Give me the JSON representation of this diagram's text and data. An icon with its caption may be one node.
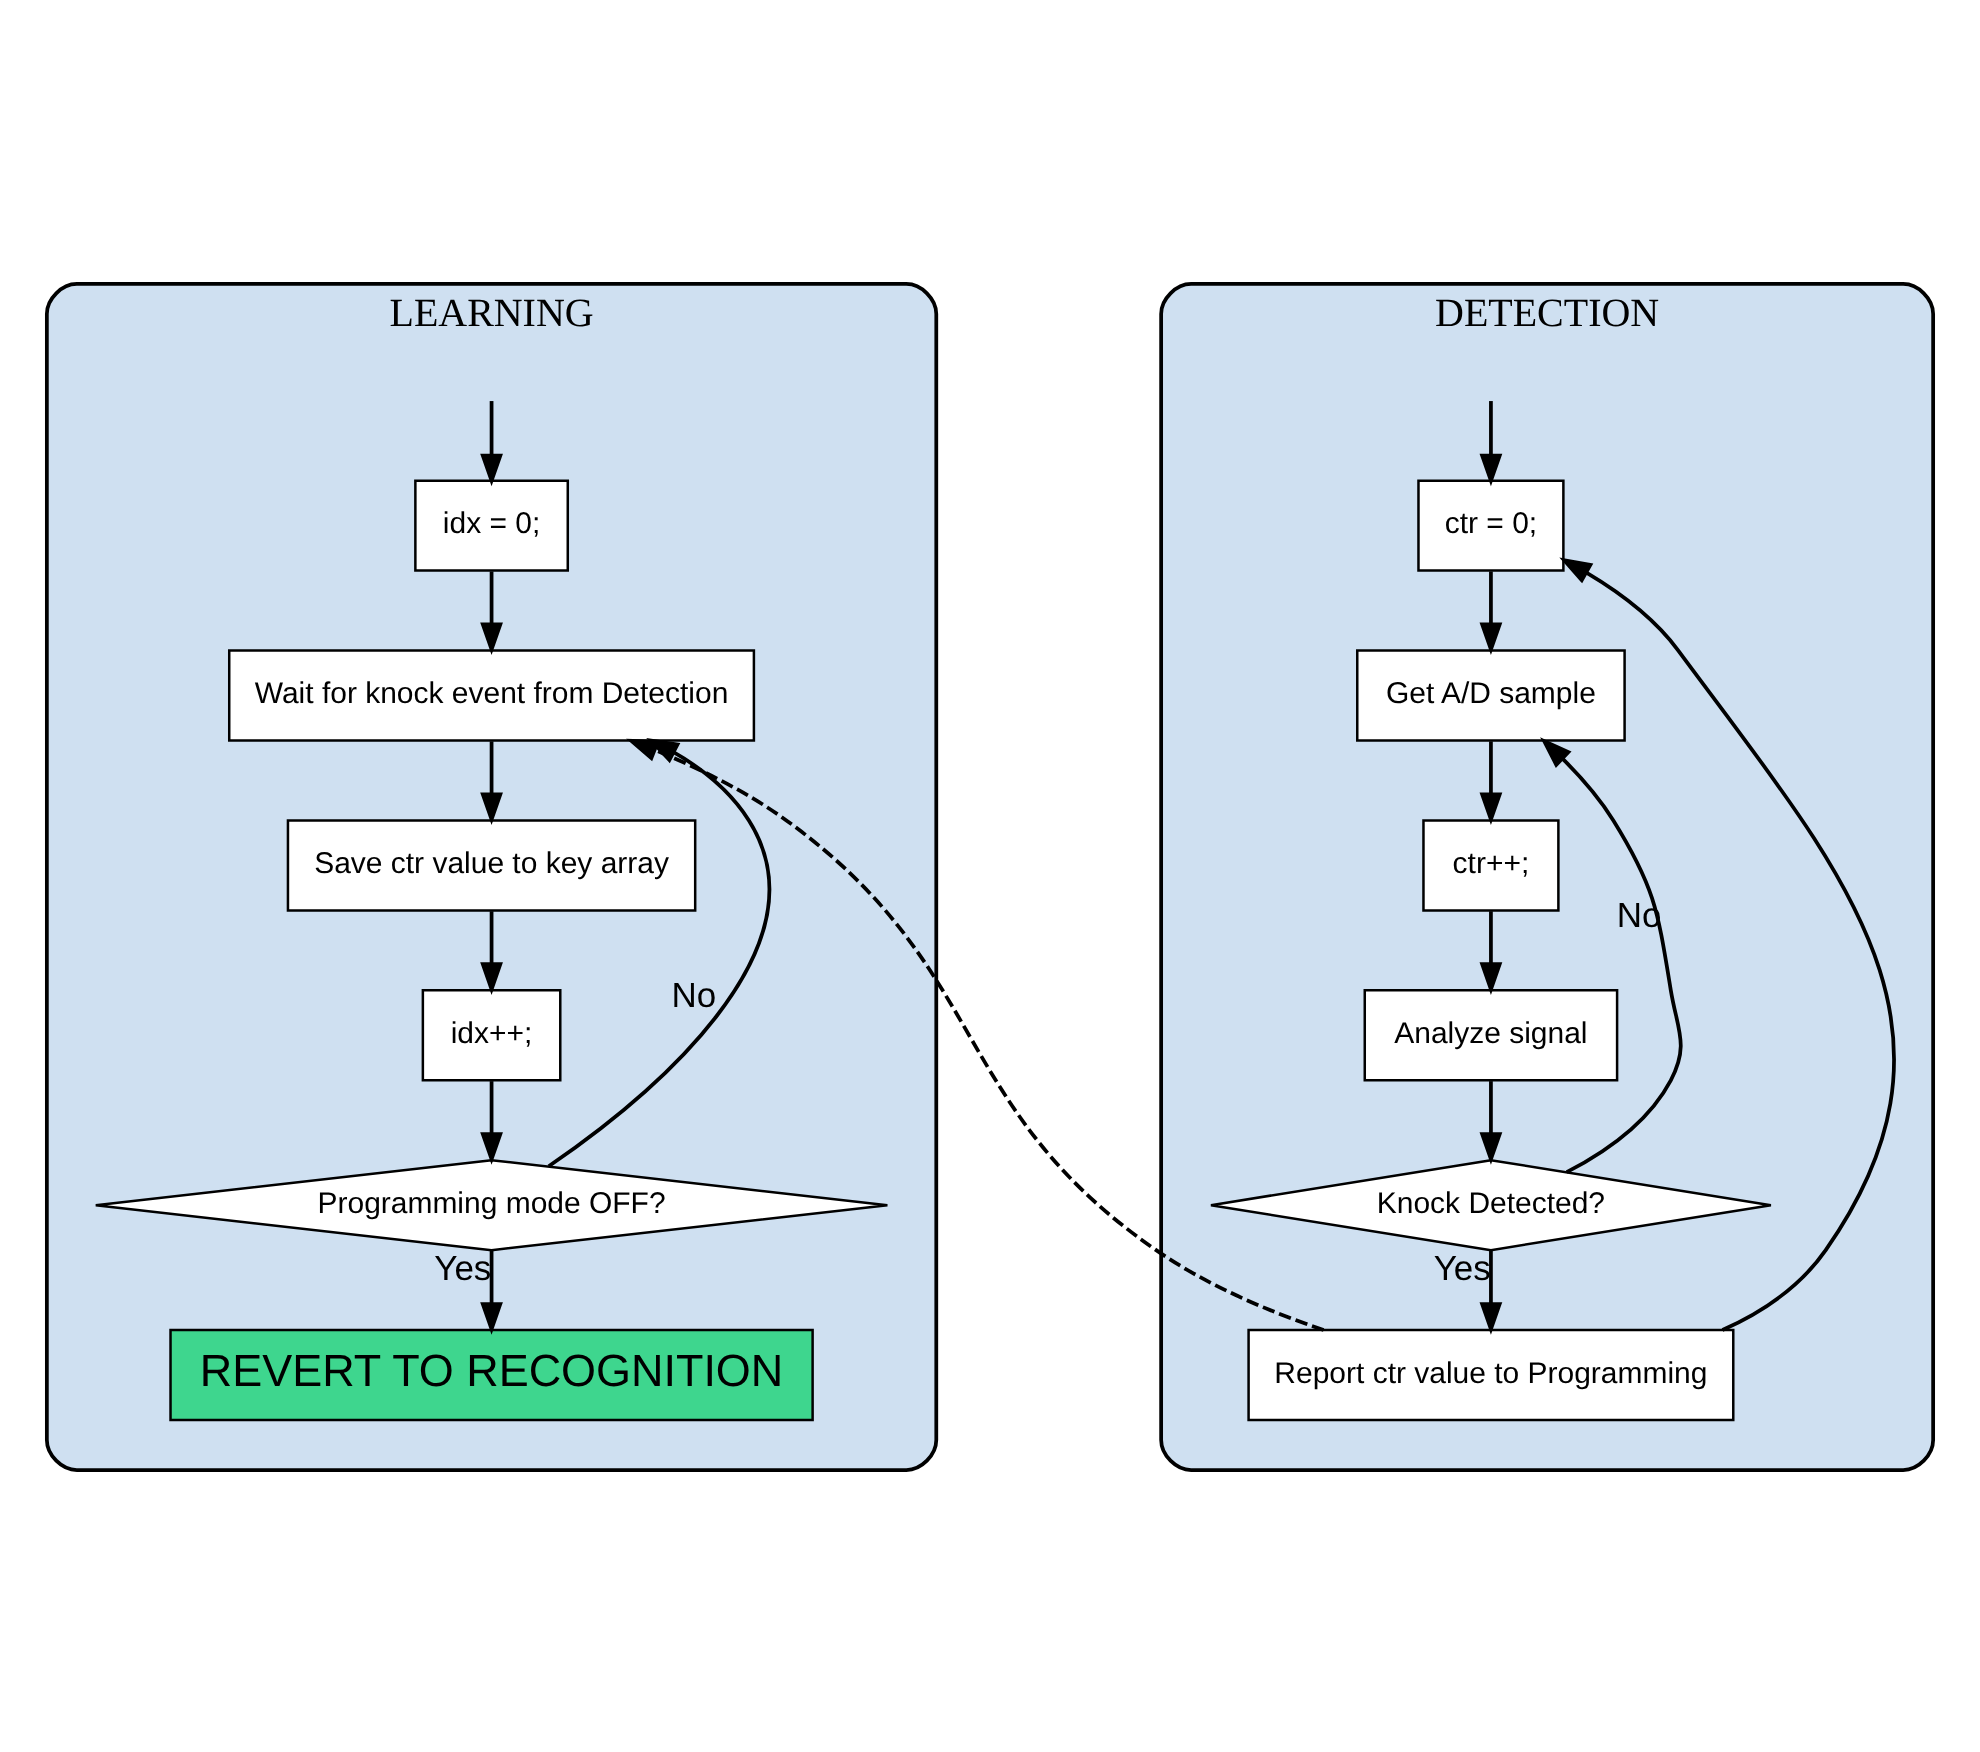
{
  "diagram": {
    "nodes": [
      {
        "text": [
          "DETECTION"
        ]
      },
      {
        "text": [
          "ctr = 0;"
        ],
        "in": 0
      },
      {
        "text": [
          "Get A/D sample"
        ],
        "in": 0
      },
      {
        "text": [
          "ctr++;"
        ],
        "in": 0
      },
      {
        "text": [
          "Analyze signal"
        ],
        "in": 0
      },
      {
        "text": [
          "Knock Detected?"
        ],
        "in": 0
      },
      {
        "text": [
          "Report ctr value to Programming"
        ],
        "in": 0
      },
      {
        "text": [
          "LEARNING"
        ]
      },
      {
        "text": [
          "idx = 0;"
        ],
        "in": 7
      },
      {
        "text": [
          "Wait for knock event from Detection"
        ],
        "in": 7
      },
      {
        "text": [
          "Save ctr value to key array"
        ],
        "in": 7
      },
      {
        "text": [
          "idx++;"
        ],
        "in": 7
      },
      {
        "text": [
          "Programming mode OFF?"
        ],
        "in": 7
      },
      {
        "text": [
          "REVERT TO RECOGNITION"
        ],
        "in": 7
      }
    ],
    "edges": [
      {
        "from": null,
        "to": 1,
        "arrow": "to"
      },
      {
        "from": 1,
        "to": 2,
        "arrow": "to"
      },
      {
        "from": 2,
        "to": 3,
        "arrow": "to"
      },
      {
        "from": 3,
        "to": 4,
        "arrow": "to"
      },
      {
        "from": 4,
        "to": 5,
        "arrow": "to"
      },
      {
        "from": 5,
        "to": 2,
        "arrow": "to",
        "label": "No"
      },
      {
        "from": 5,
        "to": 6,
        "arrow": "to",
        "label": "Yes"
      },
      {
        "from": 6,
        "to": 1,
        "arrow": "to"
      },
      {
        "from": 6,
        "to": 9,
        "arrow": "to",
        "style": "dashed"
      },
      {
        "from": null,
        "to": 8,
        "arrow": "to"
      },
      {
        "from": 8,
        "to": 9,
        "arrow": "to"
      },
      {
        "from": 9,
        "to": 10,
        "arrow": "to"
      },
      {
        "from": 10,
        "to": 11,
        "arrow": "to"
      },
      {
        "from": 11,
        "to": 12,
        "arrow": "to"
      },
      {
        "from": 12,
        "to": 9,
        "arrow": "to",
        "label": "No"
      },
      {
        "from": 12,
        "to": 13,
        "arrow": "to",
        "label": "Yes"
      }
    ]
  }
}
